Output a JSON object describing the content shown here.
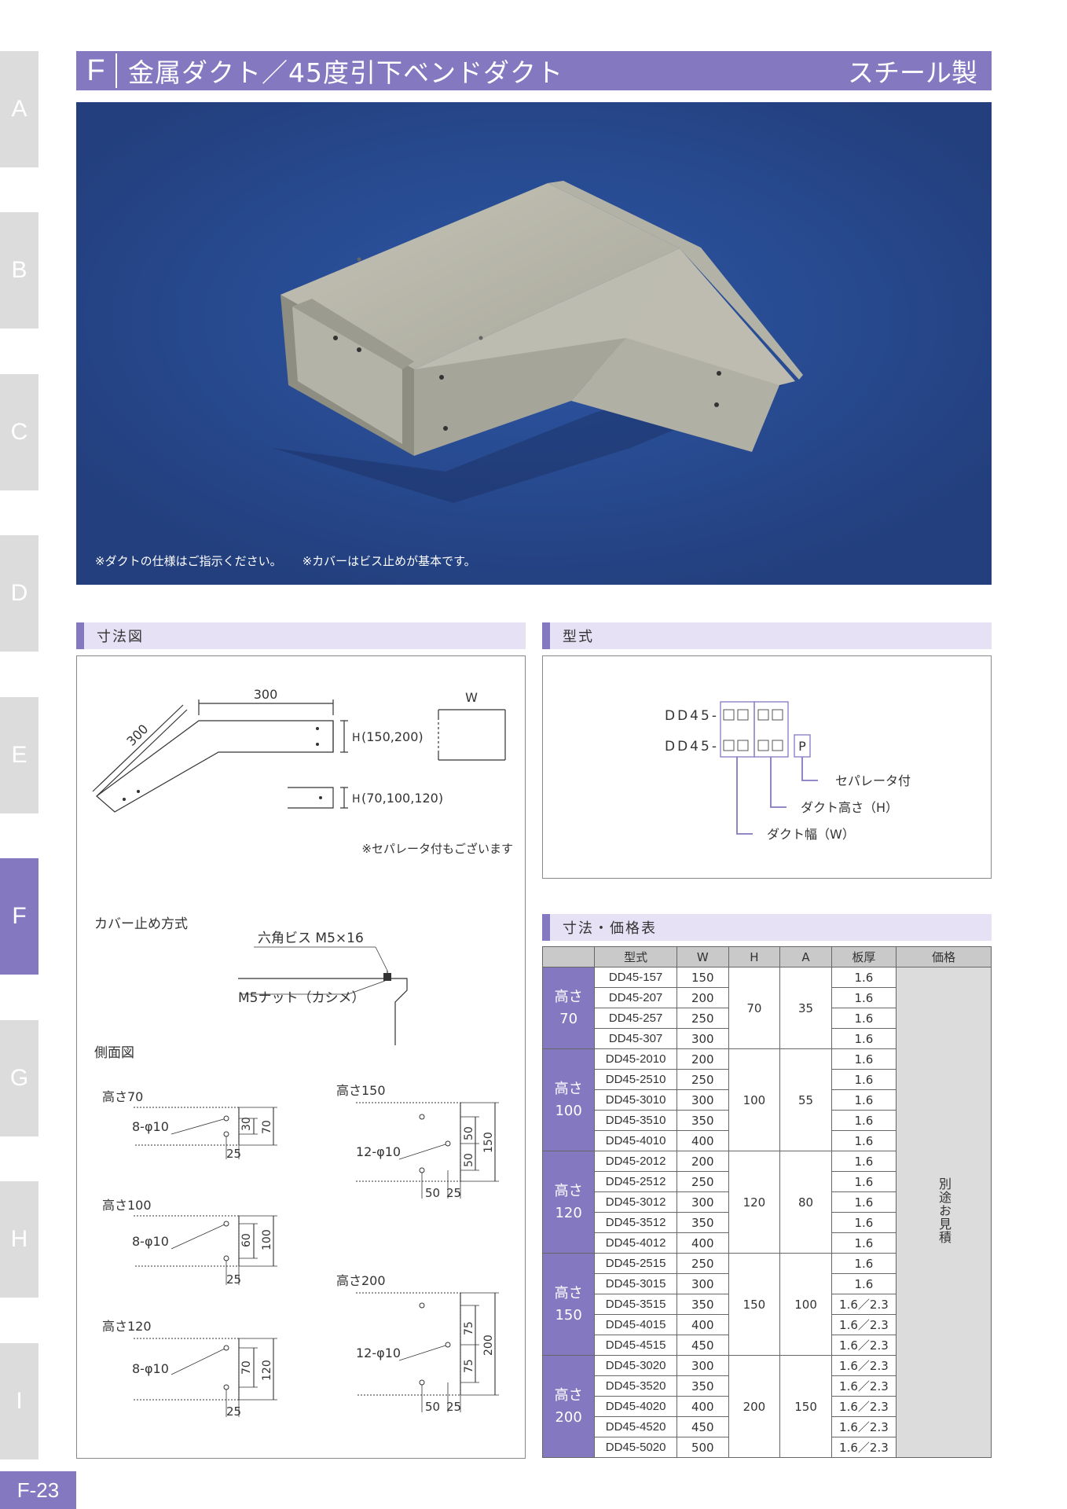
{
  "side_tabs": [
    "A",
    "B",
    "C",
    "D",
    "E",
    "F",
    "G",
    "H",
    "I"
  ],
  "active_tab": "F",
  "page_number": "F-23",
  "header": {
    "letter": "F",
    "title": "金属ダクト／45度引下ベンドダクト",
    "material": "スチール製"
  },
  "hero": {
    "note1": "※ダクトの仕様はご指示ください。",
    "note2": "※カバーはビス止めが基本です。"
  },
  "sections": {
    "dimensions": "寸法図",
    "model": "型式",
    "price_table": "寸法・価格表"
  },
  "dim_drawing": {
    "len_top": "300",
    "len_diag": "300",
    "width": "W",
    "h_label": "H",
    "h_values_main": "(150,200)",
    "h_values_sep": "(70,100,120)",
    "separator_note": "※セパレータ付もございます",
    "cover_title": "カバー止め方式",
    "hex_screw": "六角ビス M5×16",
    "nut": "M5ナット（カシメ）",
    "side_view": "側面図"
  },
  "side_views": [
    {
      "label": "高さ70",
      "holes": "8-φ10",
      "inner": "30",
      "outer": "70",
      "edge": "25"
    },
    {
      "label": "高さ100",
      "holes": "8-φ10",
      "inner": "60",
      "outer": "100",
      "edge": "25"
    },
    {
      "label": "高さ120",
      "holes": "8-φ10",
      "inner": "70",
      "outer": "120",
      "edge": "25"
    },
    {
      "label": "高さ150",
      "holes": "12-φ10",
      "inner1": "50",
      "inner2": "50",
      "outer": "150",
      "pitch": "50",
      "edge": "25"
    },
    {
      "label": "高さ200",
      "holes": "12-φ10",
      "inner1": "75",
      "inner2": "75",
      "outer": "200",
      "pitch": "50",
      "edge": "25"
    }
  ],
  "model_code": {
    "prefix": "DD45-",
    "suffix": "P",
    "legend_separator": "セパレータ付",
    "legend_height": "ダクト高さ（H）",
    "legend_width": "ダクト幅（W）"
  },
  "table": {
    "headers": [
      "型式",
      "W",
      "H",
      "A",
      "板厚",
      "価格"
    ],
    "price_note": "別途お見積",
    "groups": [
      {
        "label": "高さ70",
        "H": "70",
        "A": "35",
        "rows": [
          {
            "model": "DD45-157",
            "W": "150",
            "t": "1.6"
          },
          {
            "model": "DD45-207",
            "W": "200",
            "t": "1.6"
          },
          {
            "model": "DD45-257",
            "W": "250",
            "t": "1.6"
          },
          {
            "model": "DD45-307",
            "W": "300",
            "t": "1.6"
          }
        ]
      },
      {
        "label": "高さ100",
        "H": "100",
        "A": "55",
        "rows": [
          {
            "model": "DD45-2010",
            "W": "200",
            "t": "1.6"
          },
          {
            "model": "DD45-2510",
            "W": "250",
            "t": "1.6"
          },
          {
            "model": "DD45-3010",
            "W": "300",
            "t": "1.6"
          },
          {
            "model": "DD45-3510",
            "W": "350",
            "t": "1.6"
          },
          {
            "model": "DD45-4010",
            "W": "400",
            "t": "1.6"
          }
        ]
      },
      {
        "label": "高さ120",
        "H": "120",
        "A": "80",
        "rows": [
          {
            "model": "DD45-2012",
            "W": "200",
            "t": "1.6"
          },
          {
            "model": "DD45-2512",
            "W": "250",
            "t": "1.6"
          },
          {
            "model": "DD45-3012",
            "W": "300",
            "t": "1.6"
          },
          {
            "model": "DD45-3512",
            "W": "350",
            "t": "1.6"
          },
          {
            "model": "DD45-4012",
            "W": "400",
            "t": "1.6"
          }
        ]
      },
      {
        "label": "高さ150",
        "H": "150",
        "A": "100",
        "rows": [
          {
            "model": "DD45-2515",
            "W": "250",
            "t": "1.6"
          },
          {
            "model": "DD45-3015",
            "W": "300",
            "t": "1.6"
          },
          {
            "model": "DD45-3515",
            "W": "350",
            "t": "1.6／2.3"
          },
          {
            "model": "DD45-4015",
            "W": "400",
            "t": "1.6／2.3"
          },
          {
            "model": "DD45-4515",
            "W": "450",
            "t": "1.6／2.3"
          }
        ]
      },
      {
        "label": "高さ200",
        "H": "200",
        "A": "150",
        "rows": [
          {
            "model": "DD45-3020",
            "W": "300",
            "t": "1.6／2.3"
          },
          {
            "model": "DD45-3520",
            "W": "350",
            "t": "1.6／2.3"
          },
          {
            "model": "DD45-4020",
            "W": "400",
            "t": "1.6／2.3"
          },
          {
            "model": "DD45-4520",
            "W": "450",
            "t": "1.6／2.3"
          },
          {
            "model": "DD45-5020",
            "W": "500",
            "t": "1.6／2.3"
          }
        ]
      }
    ]
  },
  "colors": {
    "accent": "#8478c0",
    "hero_bg": "#274a8f",
    "section_bg": "#e6e1f4"
  }
}
